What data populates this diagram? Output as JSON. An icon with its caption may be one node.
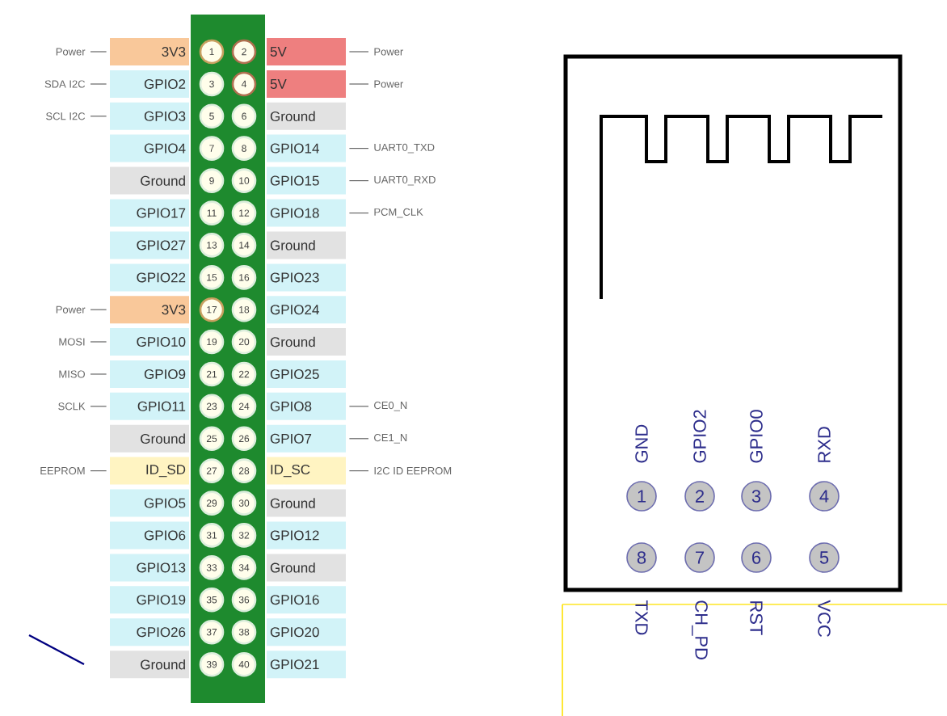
{
  "diagram": {
    "nodes": [
      {
        "text": [
          "Power"
        ]
      },
      {
        "text": [
          "3V3"
        ]
      },
      {
        "text": [
          "1"
        ]
      },
      {
        "text": [
          "2"
        ]
      },
      {
        "text": [
          "5V"
        ]
      },
      {
        "text": [
          "Power"
        ]
      },
      {
        "text": [
          "SDA I2C"
        ]
      },
      {
        "text": [
          "GPIO2"
        ]
      },
      {
        "text": [
          "3"
        ]
      },
      {
        "text": [
          "4"
        ]
      },
      {
        "text": [
          "5V"
        ]
      },
      {
        "text": [
          "Power"
        ]
      },
      {
        "text": [
          "SCL I2C"
        ]
      },
      {
        "text": [
          "GPIO3"
        ]
      },
      {
        "text": [
          "5"
        ]
      },
      {
        "text": [
          "6"
        ]
      },
      {
        "text": [
          "Ground"
        ]
      },
      {
        "text": [
          "GPIO4"
        ]
      },
      {
        "text": [
          "7"
        ]
      },
      {
        "text": [
          "8"
        ]
      },
      {
        "text": [
          "GPIO14"
        ]
      },
      {
        "text": [
          "UART0_TXD"
        ]
      },
      {
        "text": [
          "Ground"
        ]
      },
      {
        "text": [
          "9"
        ]
      },
      {
        "text": [
          "10"
        ]
      },
      {
        "text": [
          "GPIO15"
        ]
      },
      {
        "text": [
          "UART0_RXD"
        ]
      },
      {
        "text": [
          "GPIO17"
        ]
      },
      {
        "text": [
          "11"
        ]
      },
      {
        "text": [
          "12"
        ]
      },
      {
        "text": [
          "GPIO18"
        ]
      },
      {
        "text": [
          "PCM_CLK"
        ]
      },
      {
        "text": [
          "GPIO27"
        ]
      },
      {
        "text": [
          "13"
        ]
      },
      {
        "text": [
          "14"
        ]
      },
      {
        "text": [
          "Ground"
        ]
      },
      {
        "text": [
          "GPIO22"
        ]
      },
      {
        "text": [
          "15"
        ]
      },
      {
        "text": [
          "16"
        ]
      },
      {
        "text": [
          "GPIO23"
        ]
      },
      {
        "text": [
          "Power"
        ]
      },
      {
        "text": [
          "3V3"
        ]
      },
      {
        "text": [
          "17"
        ]
      },
      {
        "text": [
          "18"
        ]
      },
      {
        "text": [
          "GPIO24"
        ]
      },
      {
        "text": [
          "MOSI"
        ]
      },
      {
        "text": [
          "GPIO10"
        ]
      },
      {
        "text": [
          "19"
        ]
      },
      {
        "text": [
          "20"
        ]
      },
      {
        "text": [
          "Ground"
        ]
      },
      {
        "text": [
          "MISO"
        ]
      },
      {
        "text": [
          "GPIO9"
        ]
      },
      {
        "text": [
          "21"
        ]
      },
      {
        "text": [
          "22"
        ]
      },
      {
        "text": [
          "GPIO25"
        ]
      },
      {
        "text": [
          "SCLK"
        ]
      },
      {
        "text": [
          "GPIO11"
        ]
      },
      {
        "text": [
          "23"
        ]
      },
      {
        "text": [
          "24"
        ]
      },
      {
        "text": [
          "GPIO8"
        ]
      },
      {
        "text": [
          "CE0_N"
        ]
      },
      {
        "text": [
          "Ground"
        ]
      },
      {
        "text": [
          "25"
        ]
      },
      {
        "text": [
          "26"
        ]
      },
      {
        "text": [
          "GPIO7"
        ]
      },
      {
        "text": [
          "CE1_N"
        ]
      },
      {
        "text": [
          "EEPROM"
        ]
      },
      {
        "text": [
          "ID_SD"
        ]
      },
      {
        "text": [
          "27"
        ]
      },
      {
        "text": [
          "28"
        ]
      },
      {
        "text": [
          "ID_SC"
        ]
      },
      {
        "text": [
          "I2C ID EEPROM"
        ]
      },
      {
        "text": [
          "GPIO5"
        ]
      },
      {
        "text": [
          "29"
        ]
      },
      {
        "text": [
          "30"
        ]
      },
      {
        "text": [
          "Ground"
        ]
      },
      {
        "text": [
          "GPIO6"
        ]
      },
      {
        "text": [
          "31"
        ]
      },
      {
        "text": [
          "32"
        ]
      },
      {
        "text": [
          "GPIO12"
        ]
      },
      {
        "text": [
          "GPIO13"
        ]
      },
      {
        "text": [
          "33"
        ]
      },
      {
        "text": [
          "34"
        ]
      },
      {
        "text": [
          "Ground"
        ]
      },
      {
        "text": [
          "GPIO19"
        ]
      },
      {
        "text": [
          "35"
        ]
      },
      {
        "text": [
          "36"
        ]
      },
      {
        "text": [
          "GPIO16"
        ]
      },
      {
        "text": [
          "GPIO26"
        ]
      },
      {
        "text": [
          "37"
        ]
      },
      {
        "text": [
          "38"
        ]
      },
      {
        "text": [
          "GPIO20"
        ]
      },
      {
        "text": [
          "Ground"
        ]
      },
      {
        "text": [
          "39"
        ]
      },
      {
        "text": [
          "40"
        ]
      },
      {
        "text": [
          "GPIO21"
        ]
      },
      {
        "text": [
          "1"
        ],
        "beside": [
          "GND"
        ]
      },
      {
        "text": [
          "2"
        ],
        "beside": [
          "GPIO2"
        ]
      },
      {
        "text": [
          "3"
        ],
        "beside": [
          "GPIO0"
        ]
      },
      {
        "text": [
          "4"
        ],
        "beside": [
          "RXD"
        ]
      },
      {
        "text": [
          "8"
        ],
        "beside": [
          "TXD"
        ]
      },
      {
        "text": [
          "7"
        ],
        "beside": [
          "CH_PD"
        ]
      },
      {
        "text": [
          "6"
        ],
        "beside": [
          "RST"
        ]
      },
      {
        "text": [
          "5"
        ],
        "beside": [
          "VCC"
        ]
      }
    ],
    "edges": [
      {
        "from": 0,
        "to": 1,
        "arrow": "none"
      },
      {
        "from": 5,
        "to": 4,
        "arrow": "none"
      },
      {
        "from": 6,
        "to": 7,
        "arrow": "none"
      },
      {
        "from": 11,
        "to": 10,
        "arrow": "none"
      },
      {
        "from": 12,
        "to": 13,
        "arrow": "none"
      },
      {
        "from": 21,
        "to": 20,
        "arrow": "none"
      },
      {
        "from": 26,
        "to": 25,
        "arrow": "none"
      },
      {
        "from": 31,
        "to": 30,
        "arrow": "none"
      },
      {
        "from": 40,
        "to": 41,
        "arrow": "none"
      },
      {
        "from": 45,
        "to": 46,
        "arrow": "none"
      },
      {
        "from": 50,
        "to": 51,
        "arrow": "none"
      },
      {
        "from": 55,
        "to": 56,
        "arrow": "none"
      },
      {
        "from": 60,
        "to": 59,
        "arrow": "none"
      },
      {
        "from": 65,
        "to": 64,
        "arrow": "none"
      },
      {
        "from": 66,
        "to": 67,
        "arrow": "none"
      },
      {
        "from": 71,
        "to": 70,
        "arrow": "none"
      }
    ]
  }
}
